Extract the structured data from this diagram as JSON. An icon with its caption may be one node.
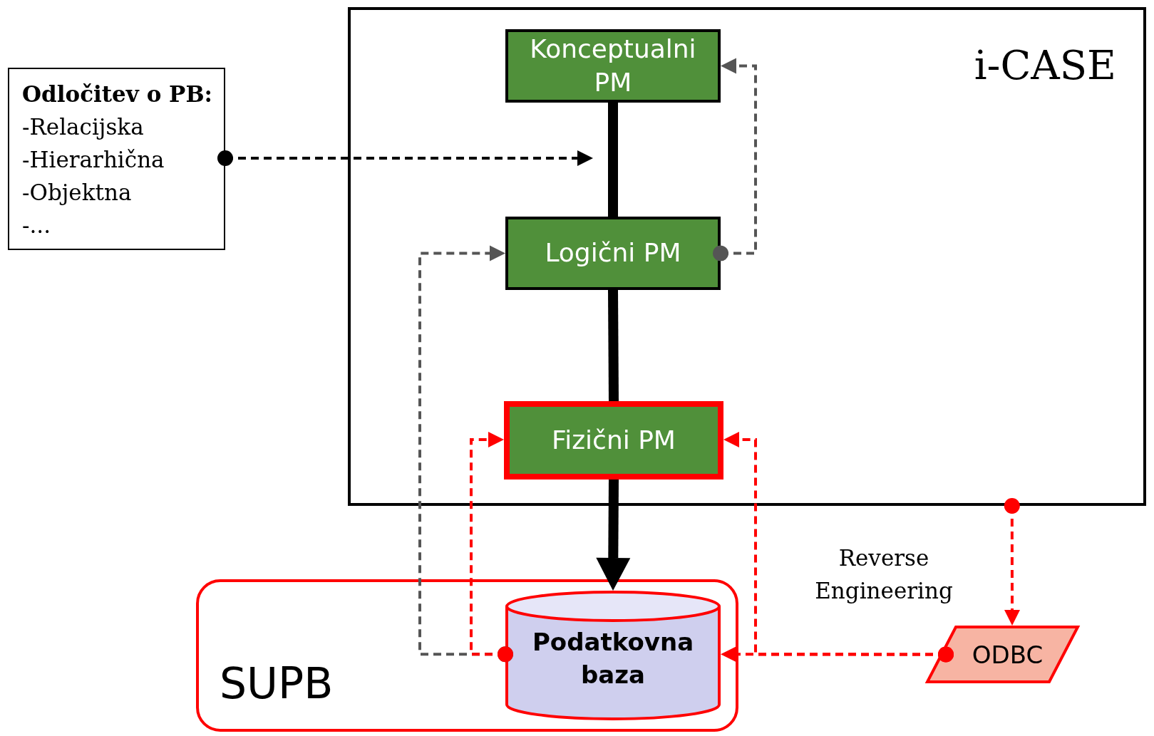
{
  "diagram": {
    "nodes": [
      {
        "text": [
          "i-CASE"
        ]
      },
      {
        "text": [
          "Konceptualni PM"
        ],
        "in": 0
      },
      {
        "text": [
          "Logični PM"
        ],
        "in": 0
      },
      {
        "text": [
          "Fizični PM"
        ],
        "in": 0
      },
      {
        "text": [
          "Odločitev o PB:",
          "-Relacijska",
          "-Hierarhična",
          "-Objektna",
          "-..."
        ]
      },
      {
        "text": [
          "SUPB"
        ]
      },
      {
        "text": [
          "Podatkovna baza"
        ],
        "in": 5
      },
      {
        "text": [
          "ODBC"
        ]
      }
    ],
    "edges": [
      {
        "from": 1,
        "to": 2,
        "arrow": "none",
        "style": "thick"
      },
      {
        "from": 2,
        "to": 3,
        "arrow": "none",
        "style": "thick"
      },
      {
        "from": 3,
        "to": 6,
        "arrow": "to",
        "style": "thick"
      },
      {
        "from": 4,
        "to": null,
        "arrow": "to",
        "style": "dashed"
      },
      {
        "from": 2,
        "to": 1,
        "arrow": "to",
        "style": "dashed",
        "color": "#555555"
      },
      {
        "from": 6,
        "to": 2,
        "arrow": "to",
        "style": "dashed",
        "color": "#555555"
      },
      {
        "from": 6,
        "to": 3,
        "arrow": "to",
        "style": "dashed",
        "color": "#ff0000"
      },
      {
        "from": 7,
        "to": 6,
        "arrow": "to",
        "style": "dashed",
        "color": "#ff0000"
      },
      {
        "from": 7,
        "to": 3,
        "arrow": "to",
        "style": "dashed",
        "color": "#ff0000"
      },
      {
        "from": 0,
        "to": 7,
        "arrow": "to",
        "style": "dashed",
        "color": "#ff0000"
      }
    ],
    "labels": [
      "Reverse Engineering"
    ]
  }
}
